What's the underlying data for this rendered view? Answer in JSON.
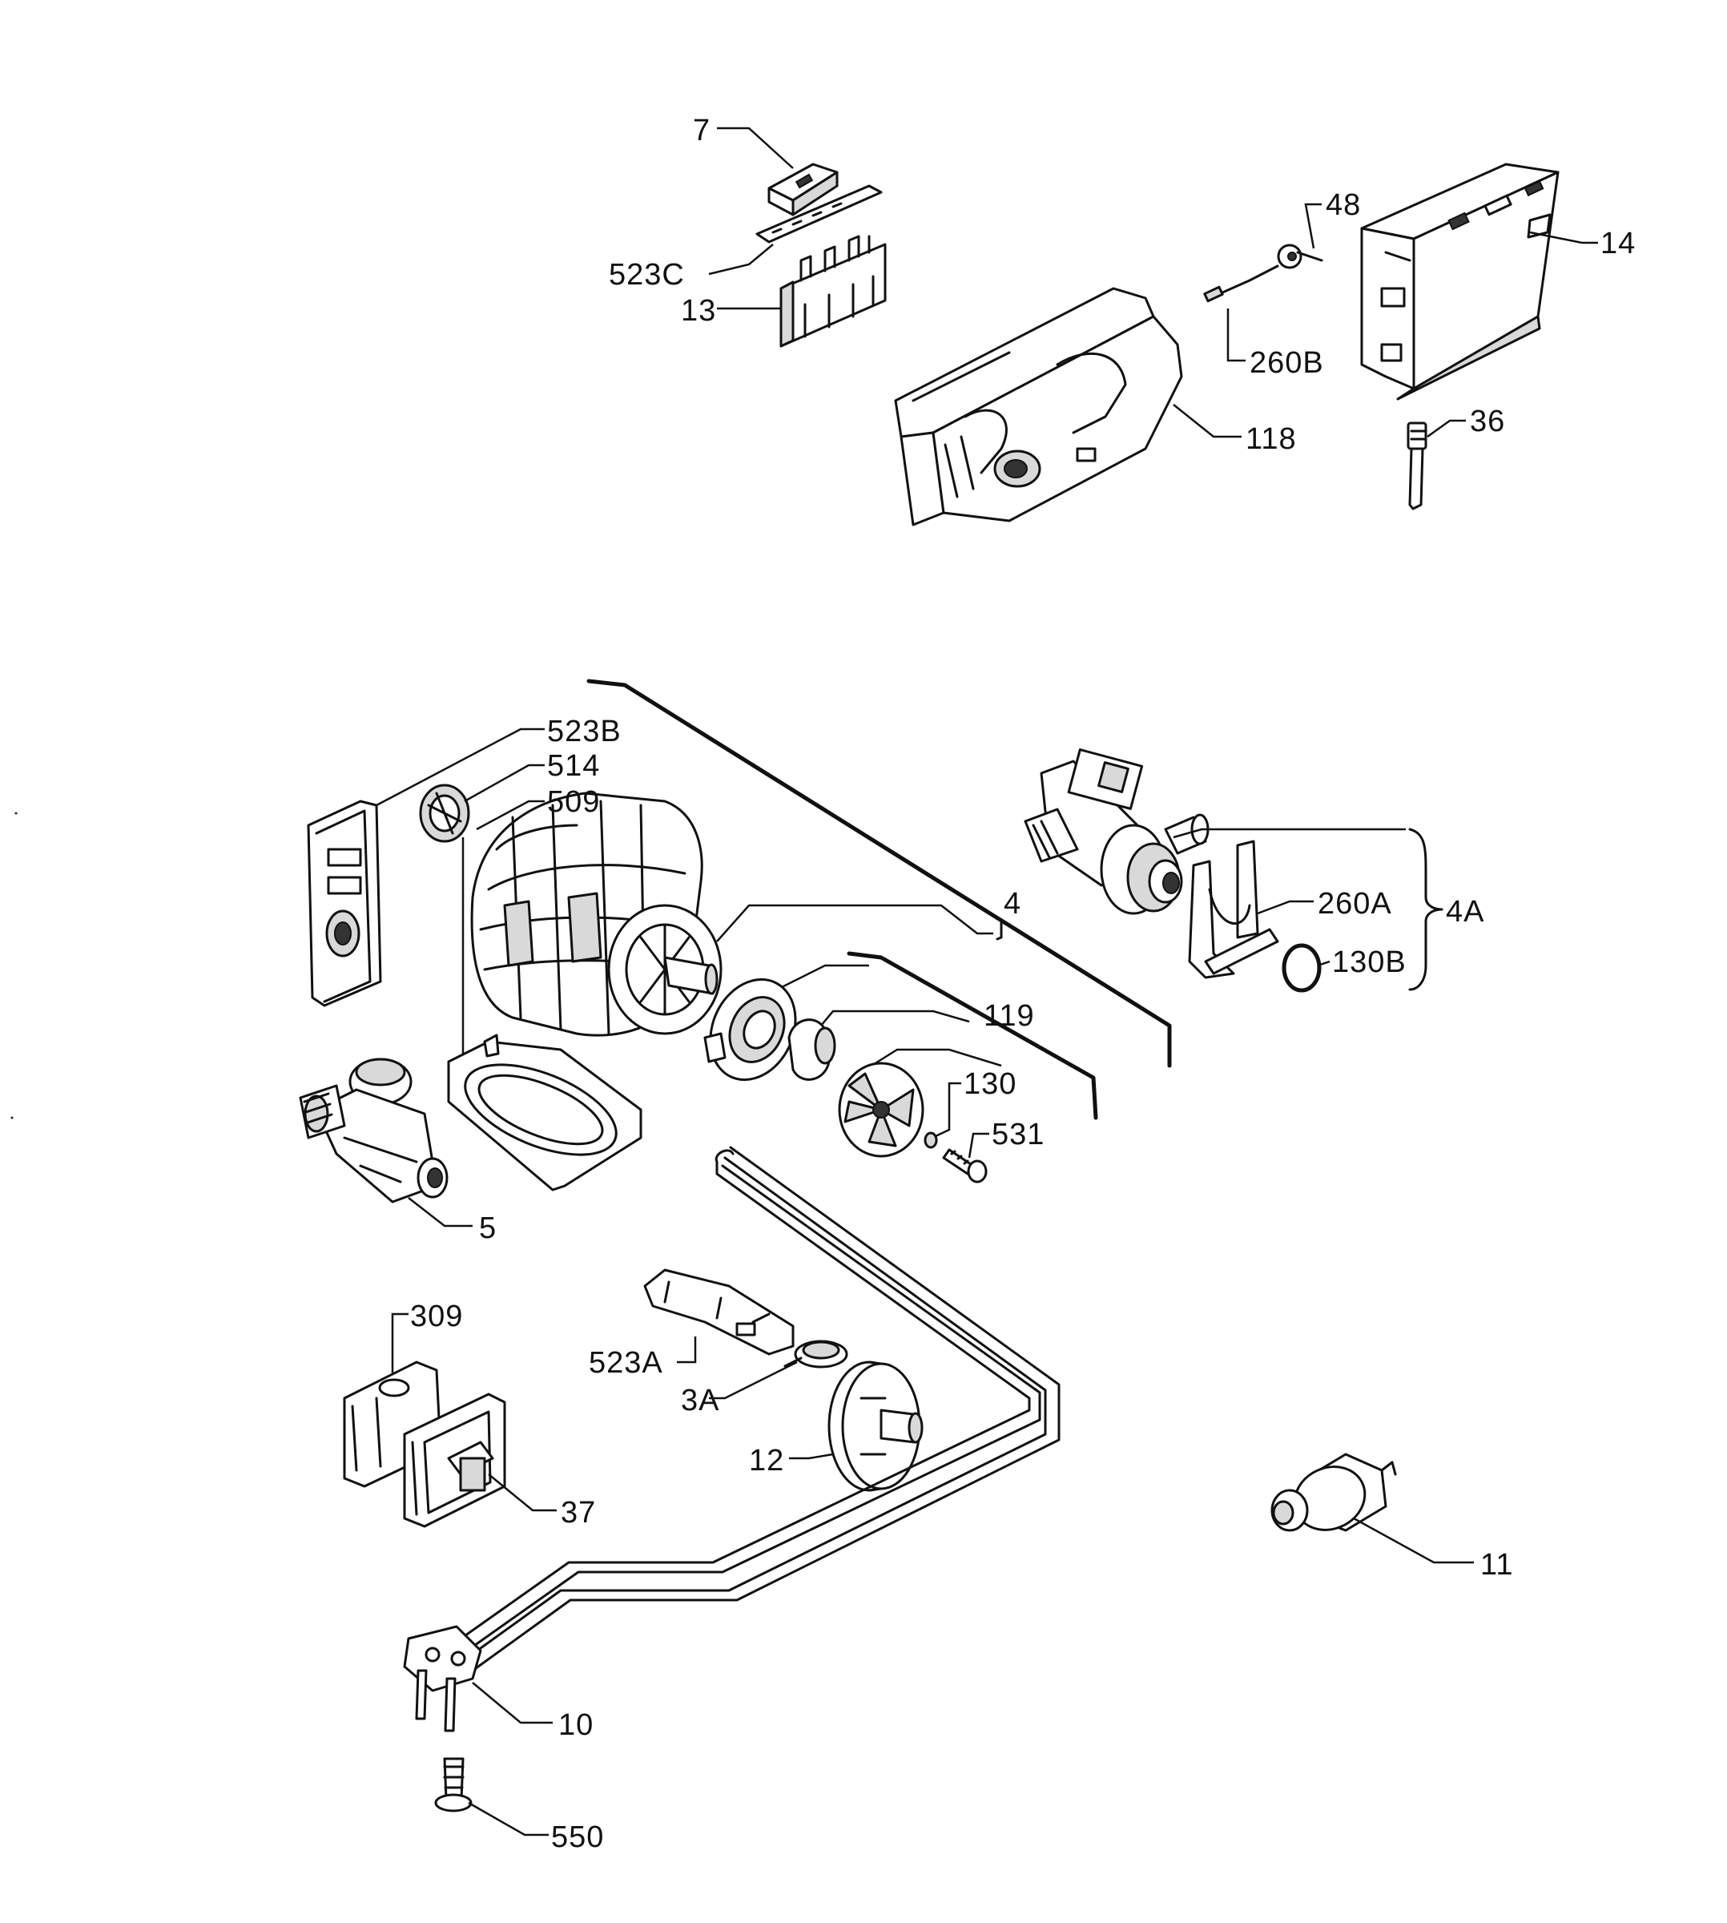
{
  "labels": {
    "p7": "7",
    "p523C": "523C",
    "p13": "13",
    "p48": "48",
    "p14": "14",
    "p260B": "260B",
    "p118": "118",
    "p36": "36",
    "p523B": "523B",
    "p514": "514",
    "p509": "509",
    "p4": "4",
    "p260A": "260A",
    "p4A": "4A",
    "p130B": "130B",
    "p119": "119",
    "p130": "130",
    "p531": "531",
    "p5": "5",
    "p309": "309",
    "p523A": "523A",
    "p3A": "3A",
    "p12": "12",
    "p37": "37",
    "p11": "11",
    "p10": "10",
    "p550": "550"
  }
}
